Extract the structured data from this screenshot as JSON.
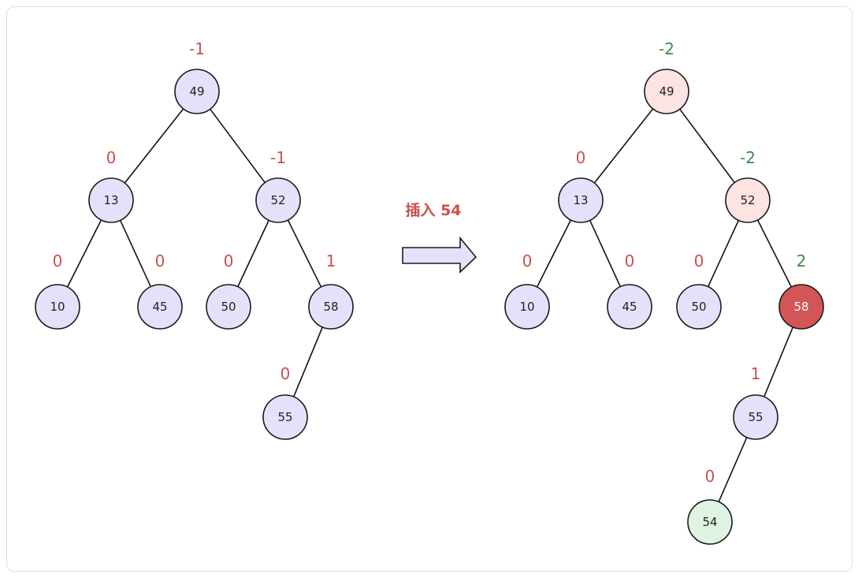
{
  "colors": {
    "node_default": "#e6e0fa",
    "node_warn": "#fde3e1",
    "node_critical": "#d35656",
    "node_new": "#dff3e2",
    "text_default": "#222222",
    "text_on_critical": "#ffffff",
    "bf_red": "#c9514e",
    "bf_green": "#3f8a4d",
    "arrow_fill": "#e6e0fa",
    "caption": "#c9514e"
  },
  "operation": {
    "caption": "插入 54",
    "arrow_icon": "block-right-arrow"
  },
  "trees": [
    {
      "id": "before",
      "nodes": [
        {
          "id": "n49",
          "key": "49",
          "bf": "-1",
          "state": "default",
          "bf_color": "red"
        },
        {
          "id": "n13",
          "key": "13",
          "bf": "0",
          "state": "default",
          "bf_color": "red"
        },
        {
          "id": "n52",
          "key": "52",
          "bf": "-1",
          "state": "default",
          "bf_color": "red"
        },
        {
          "id": "n10",
          "key": "10",
          "bf": "0",
          "state": "default",
          "bf_color": "red"
        },
        {
          "id": "n45",
          "key": "45",
          "bf": "0",
          "state": "default",
          "bf_color": "red"
        },
        {
          "id": "n50",
          "key": "50",
          "bf": "0",
          "state": "default",
          "bf_color": "red"
        },
        {
          "id": "n58",
          "key": "58",
          "bf": "1",
          "state": "default",
          "bf_color": "red"
        },
        {
          "id": "n55",
          "key": "55",
          "bf": "0",
          "state": "default",
          "bf_color": "red"
        }
      ],
      "edges": [
        [
          "n49",
          "n13"
        ],
        [
          "n49",
          "n52"
        ],
        [
          "n13",
          "n10"
        ],
        [
          "n13",
          "n45"
        ],
        [
          "n52",
          "n50"
        ],
        [
          "n52",
          "n58"
        ],
        [
          "n58",
          "n55"
        ]
      ]
    },
    {
      "id": "after",
      "nodes": [
        {
          "id": "n49",
          "key": "49",
          "bf": "-2",
          "state": "warn",
          "bf_color": "green"
        },
        {
          "id": "n13",
          "key": "13",
          "bf": "0",
          "state": "default",
          "bf_color": "red"
        },
        {
          "id": "n52",
          "key": "52",
          "bf": "-2",
          "state": "warn",
          "bf_color": "green"
        },
        {
          "id": "n10",
          "key": "10",
          "bf": "0",
          "state": "default",
          "bf_color": "red"
        },
        {
          "id": "n45",
          "key": "45",
          "bf": "0",
          "state": "default",
          "bf_color": "red"
        },
        {
          "id": "n50",
          "key": "50",
          "bf": "0",
          "state": "default",
          "bf_color": "red"
        },
        {
          "id": "n58",
          "key": "58",
          "bf": "2",
          "state": "critical",
          "bf_color": "green"
        },
        {
          "id": "n55",
          "key": "55",
          "bf": "1",
          "state": "default",
          "bf_color": "red"
        },
        {
          "id": "n54",
          "key": "54",
          "bf": "0",
          "state": "new",
          "bf_color": "red"
        }
      ],
      "edges": [
        [
          "n49",
          "n13"
        ],
        [
          "n49",
          "n52"
        ],
        [
          "n13",
          "n10"
        ],
        [
          "n13",
          "n45"
        ],
        [
          "n52",
          "n50"
        ],
        [
          "n52",
          "n58"
        ],
        [
          "n58",
          "n55"
        ],
        [
          "n55",
          "n54"
        ]
      ]
    }
  ]
}
